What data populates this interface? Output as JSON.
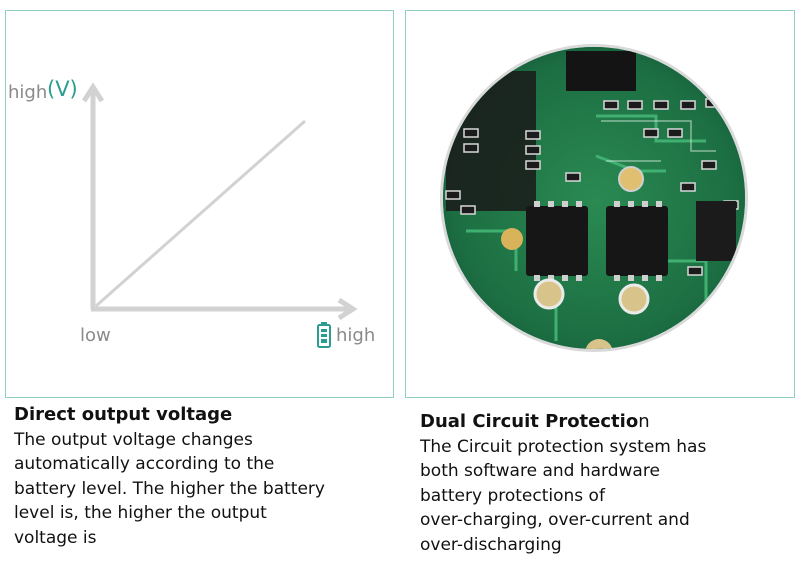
{
  "left_panel": {
    "y_axis_label": "high",
    "y_axis_unit": "(V)",
    "x_axis_low_label": "low",
    "x_axis_high_label": "high",
    "x_axis_icon": "battery-icon",
    "line_trend": "increasing"
  },
  "right_panel": {
    "image_subject": "circuit-board"
  },
  "captions": {
    "left": {
      "title": "Direct output voltage",
      "body": "The output voltage changes\nautomatically according to the\nbattery level. The higher the battery\nlevel is, the higher the output\nvoltage is"
    },
    "right": {
      "title_bold": "Dual Circuit Protectio",
      "title_tail": "n",
      "body": "The Circuit protection system has\nboth software and hardware\nbattery protections of\nover-charging, over-current and\nover-discharging"
    }
  },
  "colors": {
    "panel_border": "#8fcfc4",
    "accent_teal": "#2a9d8f",
    "axis_gray": "#cfcfcf",
    "label_gray": "#8a8a8a",
    "board_green": "#1f7a4a"
  }
}
